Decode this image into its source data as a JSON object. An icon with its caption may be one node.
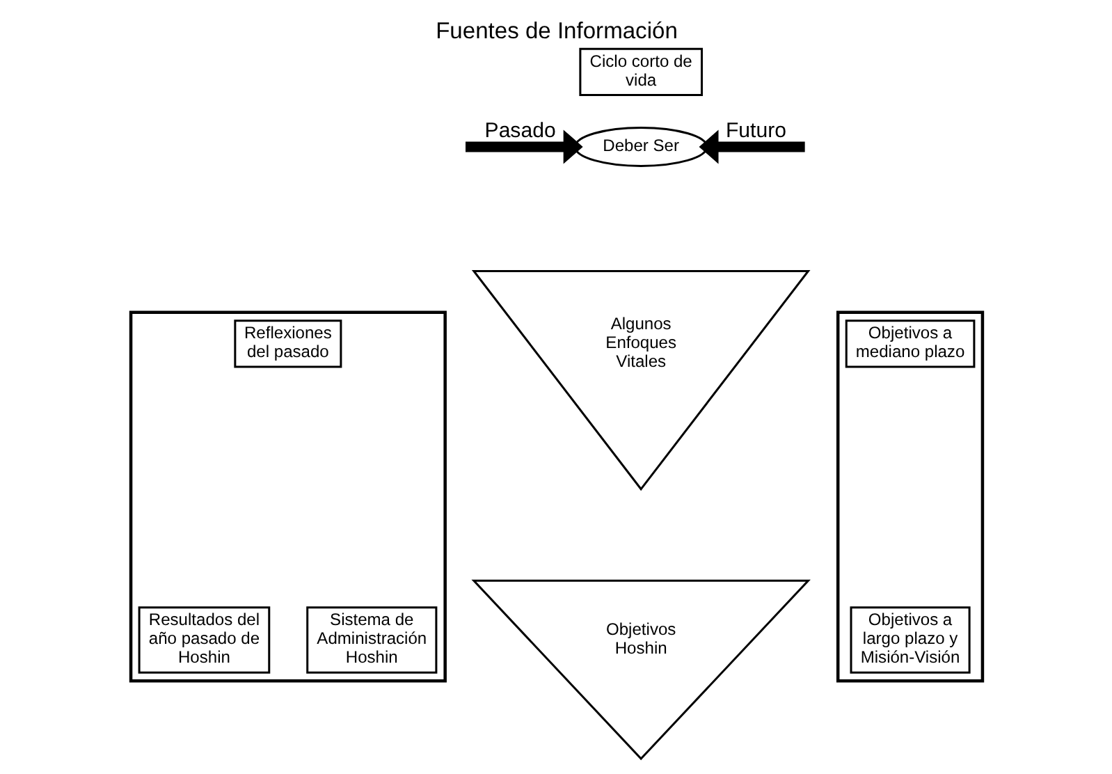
{
  "diagram": {
    "title": "Fuentes de Información",
    "nodes": [
      {
        "text": [
          "Ciclo corto de vida"
        ]
      },
      {
        "text": [
          "Deber Ser"
        ]
      },
      {
        "text": [
          "Algunos Enfoques Vitales"
        ]
      },
      {
        "text": [
          "Objetivos Hoshin"
        ]
      },
      {
        "text": [],
        "shape": "box"
      },
      {
        "text": [
          "Reflexiones del pasado"
        ],
        "in": 4
      },
      {
        "text": [
          "Resultados del año pasado de Hoshin"
        ],
        "in": 4
      },
      {
        "text": [
          "Sistema de Administración Hoshin"
        ],
        "in": 4
      },
      {
        "text": [],
        "shape": "box"
      },
      {
        "text": [
          "Objetivos a mediano plazo"
        ],
        "in": 8
      },
      {
        "text": [
          "Objetivos a largo plazo y Misión-Visión"
        ],
        "in": 8
      }
    ],
    "edges": [
      {
        "from": null,
        "to": 1,
        "arrow": "to",
        "label": "Pasado"
      },
      {
        "from": null,
        "to": 1,
        "arrow": "to",
        "label": "Futuro"
      }
    ]
  }
}
